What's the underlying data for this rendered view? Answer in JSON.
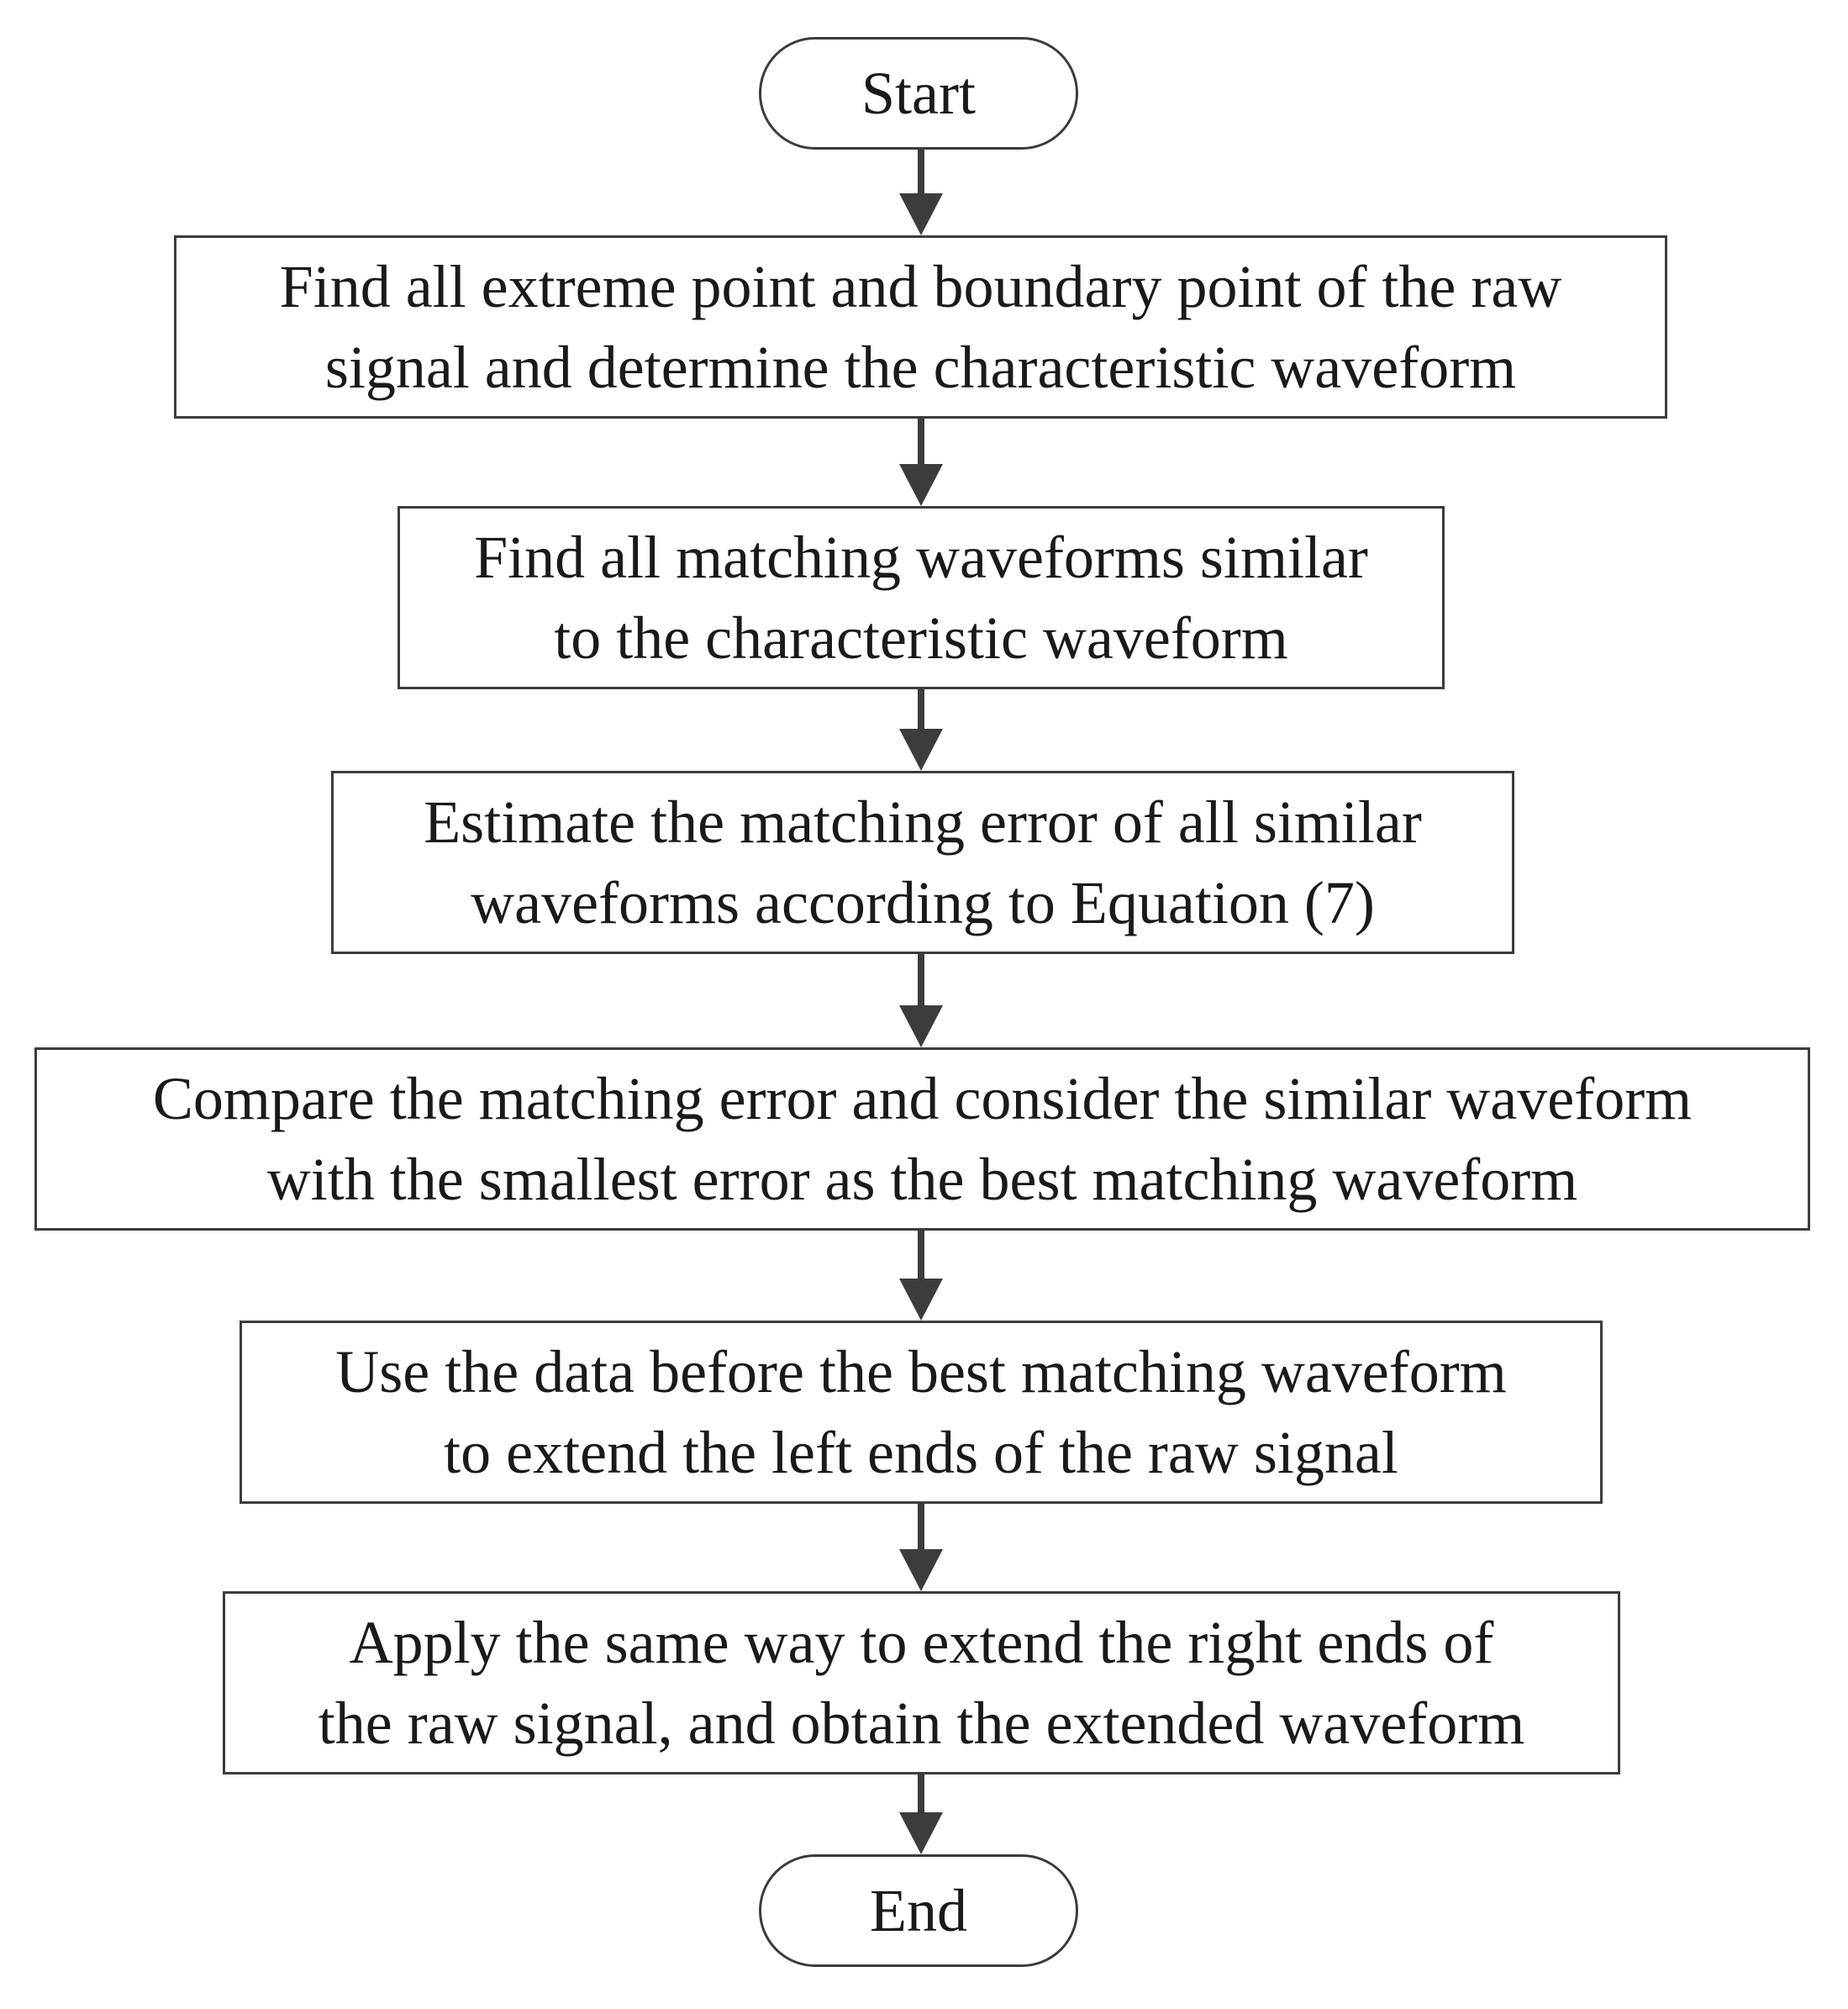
{
  "flowchart": {
    "start_label": "Start",
    "steps": [
      {
        "lines": [
          "Find all extreme point and boundary point of the raw",
          "signal and determine the characteristic waveform"
        ]
      },
      {
        "lines": [
          "Find all matching waveforms similar",
          "to the characteristic waveform"
        ]
      },
      {
        "lines": [
          "Estimate the matching error of all similar",
          "waveforms according to Equation (7)"
        ]
      },
      {
        "lines": [
          "Compare the matching error and consider the similar waveform",
          "with the smallest error as the best matching waveform"
        ]
      },
      {
        "lines": [
          "Use the data before the best matching waveform",
          "to extend the left ends of the raw signal"
        ]
      },
      {
        "lines": [
          "Apply the same way to extend the right ends of",
          "the raw signal, and obtain the extended waveform"
        ]
      }
    ],
    "end_label": "End"
  },
  "colors": {
    "stroke": "#3c3c3c",
    "text": "#1a1a1a",
    "background": "#ffffff"
  }
}
